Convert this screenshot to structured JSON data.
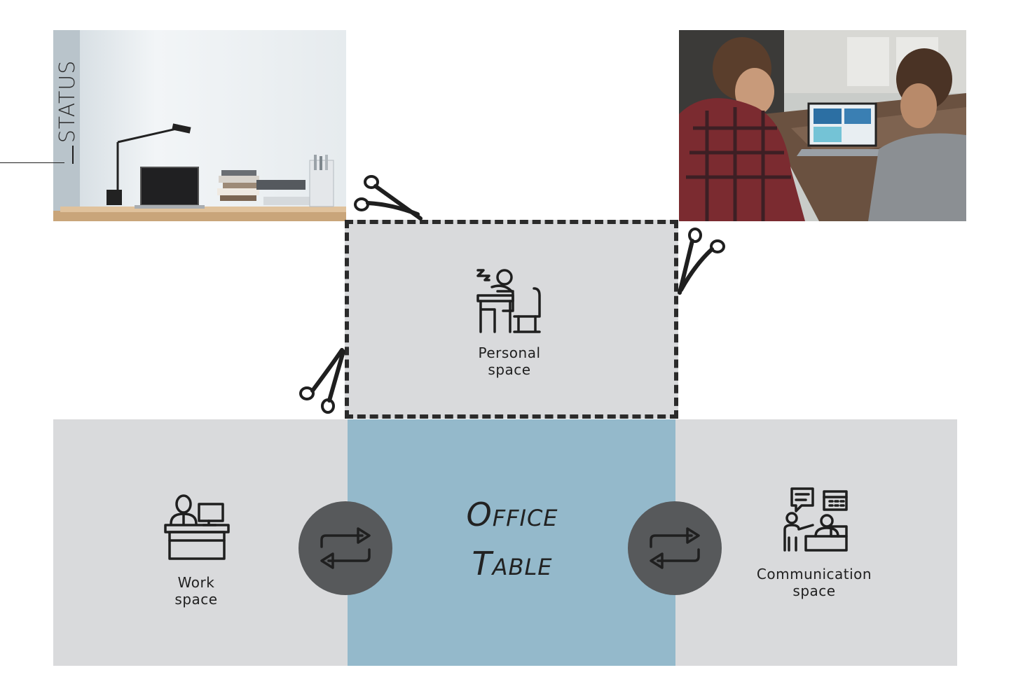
{
  "status_label": "STATUS",
  "personal": {
    "label_line1": "Personal",
    "label_line2": "space"
  },
  "work": {
    "label_line1": "Work",
    "label_line2": "space"
  },
  "communication": {
    "label_line1": "Communication",
    "label_line2": "space"
  },
  "office": {
    "title_line1": "Office",
    "title_line2": "Table"
  },
  "colors": {
    "panel_gray": "#d9dadc",
    "office_blue": "#94b9cb",
    "circle_dark": "#57595b",
    "dash_border": "#2b2b2b"
  },
  "icons": {
    "personal": "sleeping-at-desk-icon",
    "work": "worker-at-desk-icon",
    "communication": "meeting-presentation-icon",
    "swap": "swap-arrows-icon",
    "cut": "scissors-icon"
  }
}
